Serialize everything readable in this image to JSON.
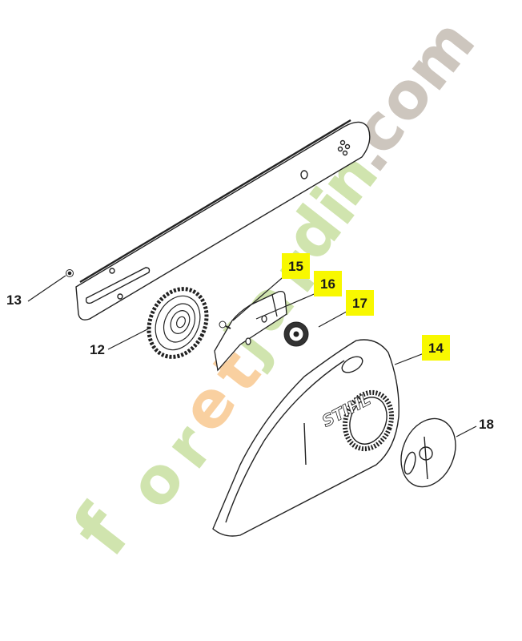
{
  "diagram": {
    "type": "exploded-parts-diagram",
    "subject": "Chainsaw guide bar and chain sprocket cover assembly",
    "brand_on_cover": "STIHL",
    "callouts": [
      {
        "number": "12",
        "part": "sprocket",
        "highlighted": false
      },
      {
        "number": "13",
        "part": "screw",
        "highlighted": false
      },
      {
        "number": "14",
        "part": "chain-sprocket-cover",
        "highlighted": true
      },
      {
        "number": "15",
        "part": "screw",
        "highlighted": true
      },
      {
        "number": "16",
        "part": "guide-plate",
        "highlighted": true
      },
      {
        "number": "17",
        "part": "knob-nut",
        "highlighted": true
      },
      {
        "number": "18",
        "part": "tensioner-cap",
        "highlighted": false
      }
    ],
    "highlight_color": "#f8f800"
  },
  "watermark": {
    "text_parts": [
      {
        "text": "for",
        "color": "#c8e0a0"
      },
      {
        "text": "et",
        "color": "#f8c890"
      },
      {
        "text": "jardin",
        "color": "#c8e0a0"
      },
      {
        "text": ".com",
        "color": "#c8c0b8"
      }
    ],
    "full_text": "foretjardin.com"
  }
}
